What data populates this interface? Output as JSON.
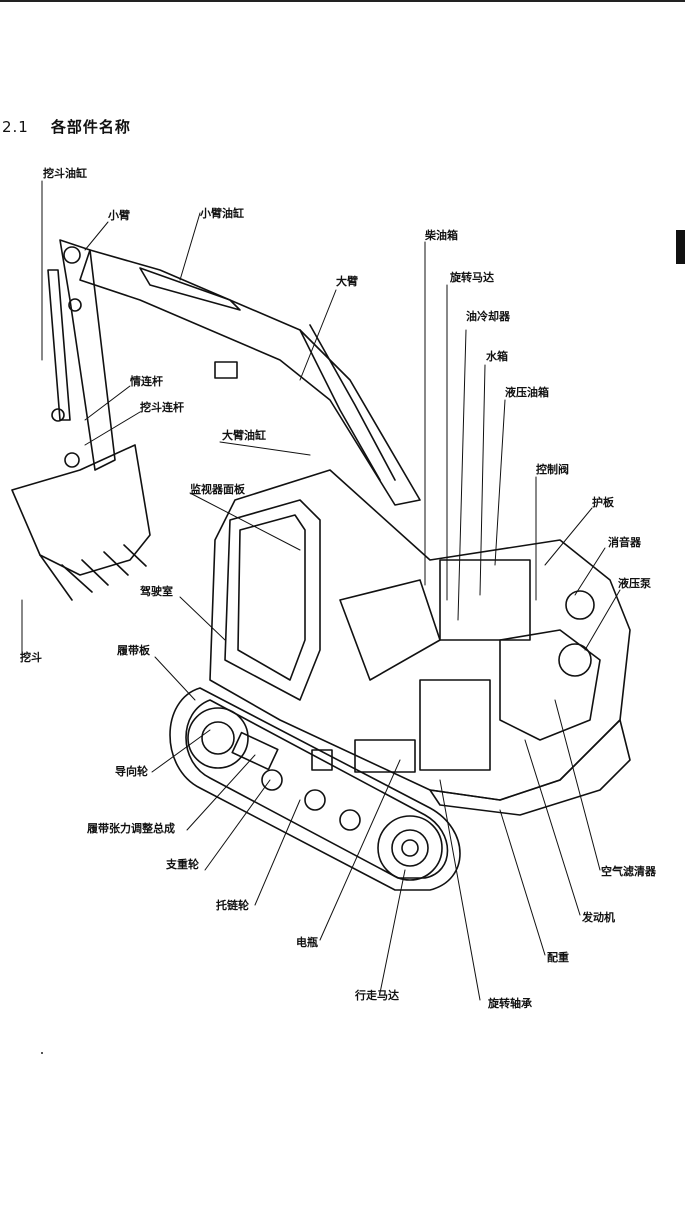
{
  "section": {
    "number": "2.1",
    "title": "各部件名称"
  },
  "labels": {
    "bucket_cylinder": "挖斗油缸",
    "arm": "小臂",
    "arm_cylinder": "小臂油缸",
    "fuel_tank": "柴油箱",
    "swing_motor": "旋转马达",
    "oil_cooler": "油冷却器",
    "water_tank": "水箱",
    "hydraulic_tank": "液压油箱",
    "boom": "大臂",
    "idler_link": "情连杆",
    "bucket_link": "挖斗连杆",
    "boom_cylinder": "大臂油缸",
    "monitor_panel": "监视器面板",
    "control_valve": "控制阀",
    "guard_plate": "护板",
    "muffler": "消音器",
    "hydraulic_pump": "液压泵",
    "cab": "驾驶室",
    "bucket": "挖斗",
    "track_shoe": "履带板",
    "idler": "导向轮",
    "track_adjuster": "履带张力调整总成",
    "track_roller": "支重轮",
    "carrier_roller": "托链轮",
    "battery": "电瓶",
    "travel_motor": "行走马达",
    "swing_bearing": "旋转轴承",
    "counterweight": "配重",
    "engine": "发动机",
    "air_cleaner": "空气滤清器"
  }
}
